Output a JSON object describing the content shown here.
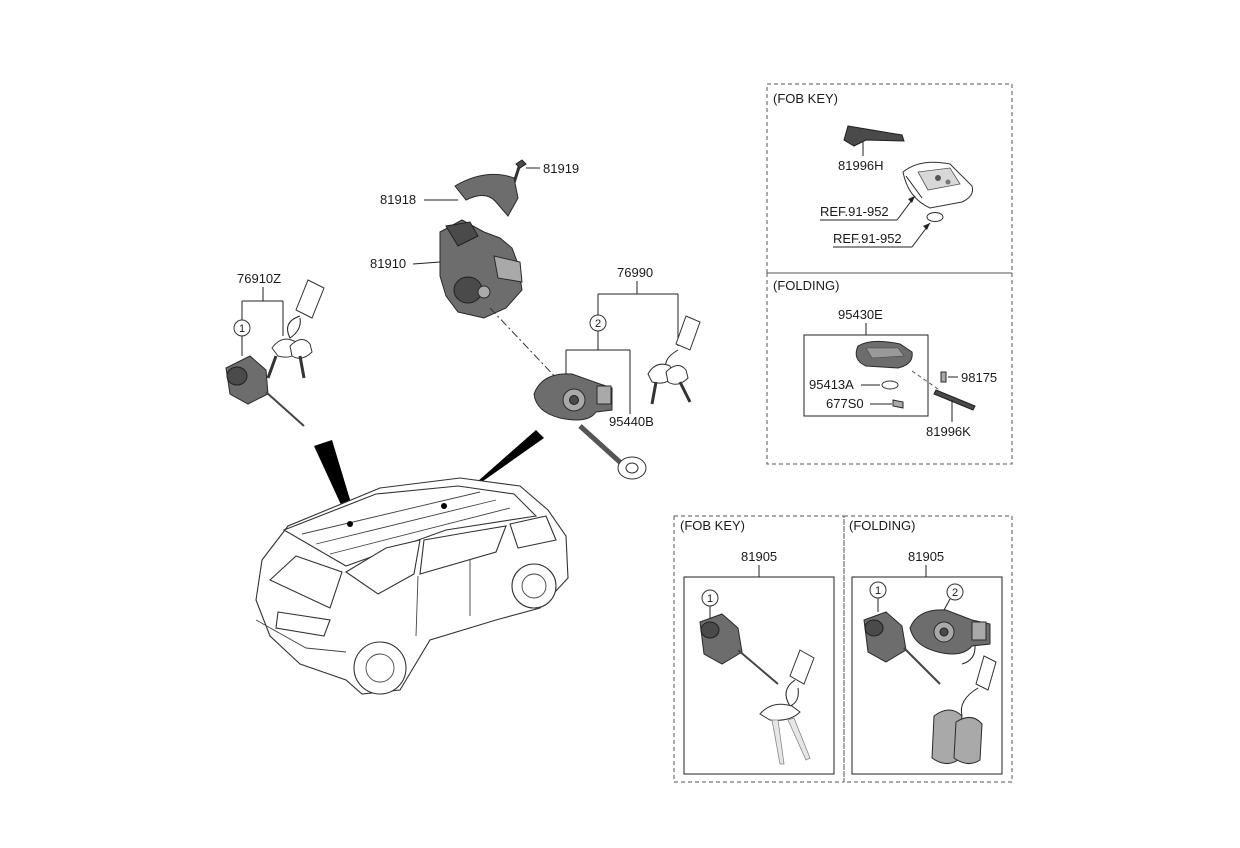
{
  "main_parts": {
    "p81919": "81919",
    "p81918": "81918",
    "p81910": "81910",
    "p76910Z": "76910Z",
    "p76990": "76990",
    "p95440B": "95440B"
  },
  "fob_key_top": {
    "header": "(FOB KEY)",
    "p81996H": "81996H",
    "ref1": "REF.91-952",
    "ref2": "REF.91-952"
  },
  "folding_top": {
    "header": "(FOLDING)",
    "p95430E": "95430E",
    "p95413A": "95413A",
    "p677S0": "677S0",
    "p98175": "98175",
    "p81996K": "81996K"
  },
  "fob_key_bottom": {
    "header": "(FOB KEY)",
    "p81905": "81905"
  },
  "folding_bottom": {
    "header": "(FOLDING)",
    "p81905": "81905"
  },
  "callouts": {
    "c1": "1",
    "c2": "2"
  }
}
